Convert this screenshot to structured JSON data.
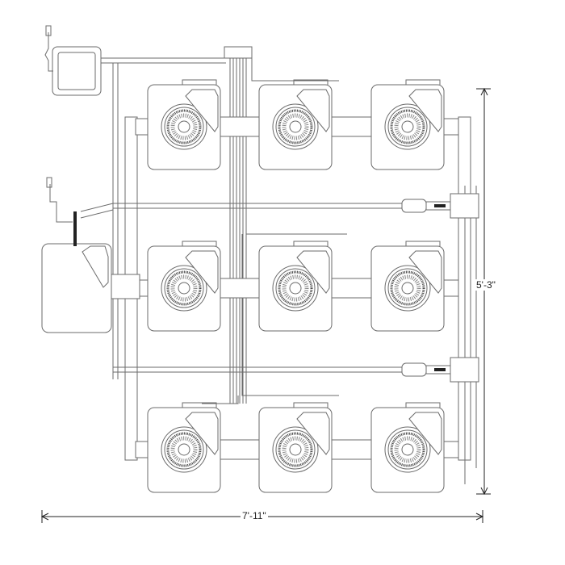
{
  "diagram": {
    "dimensions": {
      "height_label": "5'-3\"",
      "width_label": "7'-11\""
    },
    "layout": {
      "rows": 3,
      "columns": 3
    },
    "colors": {
      "line": "#6b6b6b",
      "dark": "#222222",
      "background": "#ffffff"
    }
  }
}
